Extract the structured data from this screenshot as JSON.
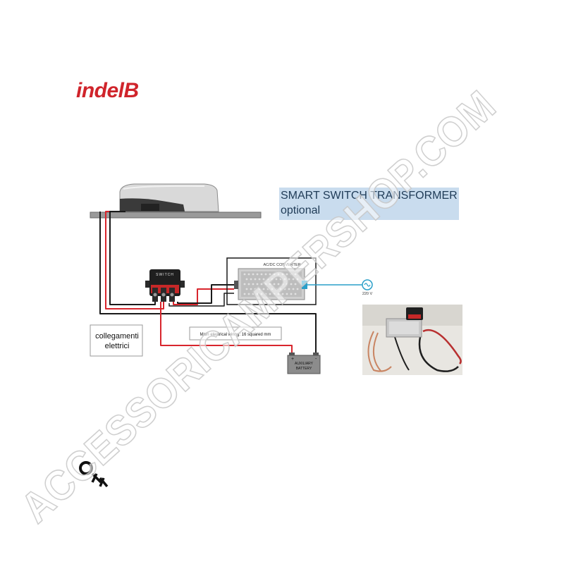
{
  "brand": {
    "logo_text": "indelB"
  },
  "title": {
    "line1": "SMART SWITCH TRANSFORMER",
    "line2": "optional"
  },
  "diagram": {
    "converter_label": "AC/DC CONVERTER",
    "switch_label": "SWITCH",
    "ac_label": "220 V",
    "wiring_label": "Main electrical wiring: 16 squared mm",
    "connections_label_1": "collegamenti",
    "connections_label_2": "elettrici",
    "battery_label_1": "AUXILIARY",
    "battery_label_2": "BATTERY",
    "battery_plus": "+",
    "battery_minus": "-"
  },
  "watermark": {
    "text": "ACCESSORICAMPERSHOP.COM"
  },
  "colors": {
    "brand_red": "#d0242b",
    "wire_red": "#d8262d",
    "wire_black": "#1a1a1a",
    "ac_wire": "#2a9fc9",
    "title_bg": "#c9dcee"
  }
}
